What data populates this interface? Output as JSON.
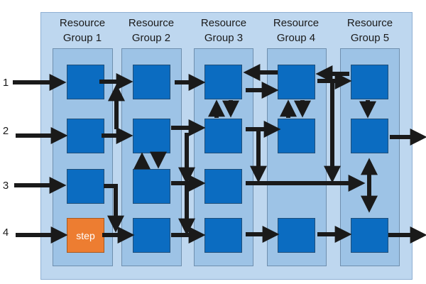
{
  "diagram": {
    "groups": [
      {
        "title_line1": "Resource",
        "title_line2": "Group 1"
      },
      {
        "title_line1": "Resource",
        "title_line2": "Group 2"
      },
      {
        "title_line1": "Resource",
        "title_line2": "Group 3"
      },
      {
        "title_line1": "Resource",
        "title_line2": "Group 4"
      },
      {
        "title_line1": "Resource",
        "title_line2": "Group 5"
      }
    ],
    "row_labels": [
      "1",
      "2",
      "3",
      "4"
    ],
    "step_label": "step",
    "nodes": [
      {
        "group": 1,
        "row": 1
      },
      {
        "group": 1,
        "row": 2
      },
      {
        "group": 1,
        "row": 3
      },
      {
        "group": 1,
        "row": 4,
        "highlight": true
      },
      {
        "group": 2,
        "row": 1
      },
      {
        "group": 2,
        "row": 2
      },
      {
        "group": 2,
        "row": 3
      },
      {
        "group": 2,
        "row": 4
      },
      {
        "group": 3,
        "row": 1
      },
      {
        "group": 3,
        "row": 2
      },
      {
        "group": 3,
        "row": 3
      },
      {
        "group": 3,
        "row": 4
      },
      {
        "group": 4,
        "row": 1
      },
      {
        "group": 4,
        "row": 2
      },
      {
        "group": 4,
        "row": 4
      },
      {
        "group": 5,
        "row": 1
      },
      {
        "group": 5,
        "row": 2
      },
      {
        "group": 5,
        "row": 4
      }
    ],
    "colors": {
      "outer_panel": "#bed7ef",
      "group_panel": "#9dc3e6",
      "node": "#0b6cc1",
      "step_node": "#ed7d31",
      "arrow": "#1a1a1a"
    }
  }
}
